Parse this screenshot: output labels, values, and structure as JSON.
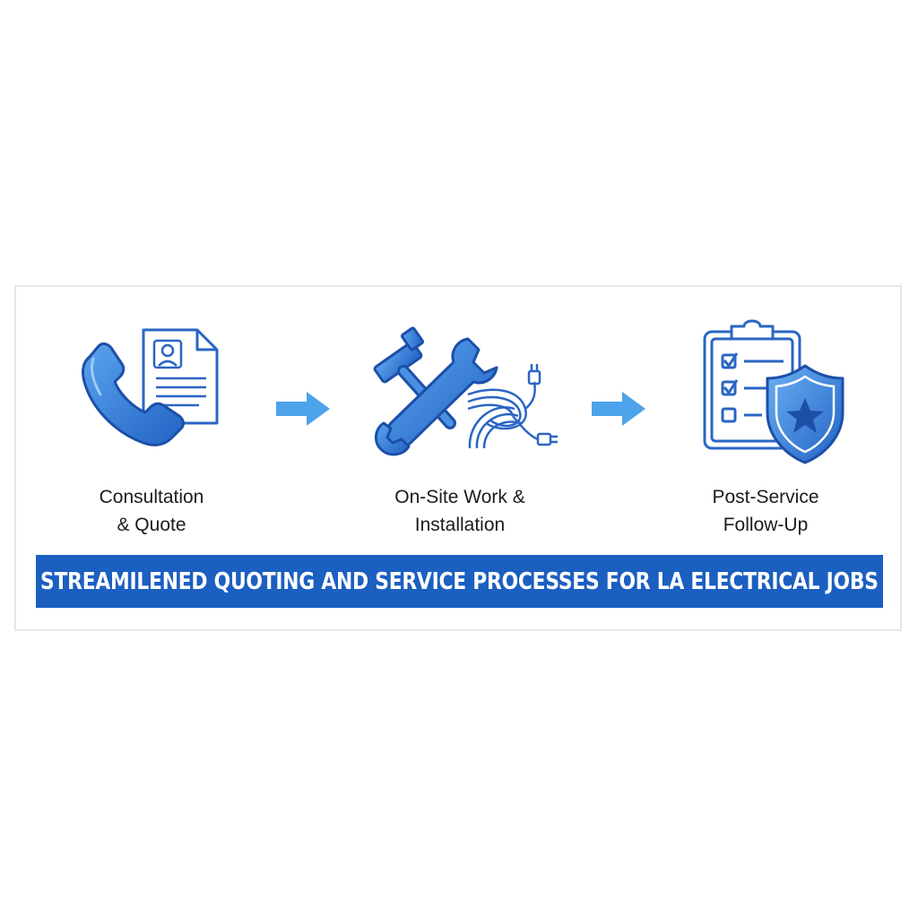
{
  "steps": [
    {
      "label": "Consultation\n& Quote",
      "icons": [
        "phone-icon",
        "document-profile-icon"
      ]
    },
    {
      "label": "On-Site Work &\nInstallation",
      "icons": [
        "hammer-icon",
        "wrench-icon",
        "cable-plug-icon"
      ]
    },
    {
      "label": "Post-Service\nFollow-Up",
      "icons": [
        "clipboard-checklist-icon",
        "shield-star-icon"
      ]
    }
  ],
  "banner": {
    "text": "STREAMILENED QUOTING AND SERVICE PROCESSES FOR LA ELECTRICAL JOBS"
  },
  "colors": {
    "accent": "#1b5fc1",
    "icon_light": "#4a90e2",
    "icon_dark": "#1c4fa8",
    "arrow": "#4da3ea"
  }
}
